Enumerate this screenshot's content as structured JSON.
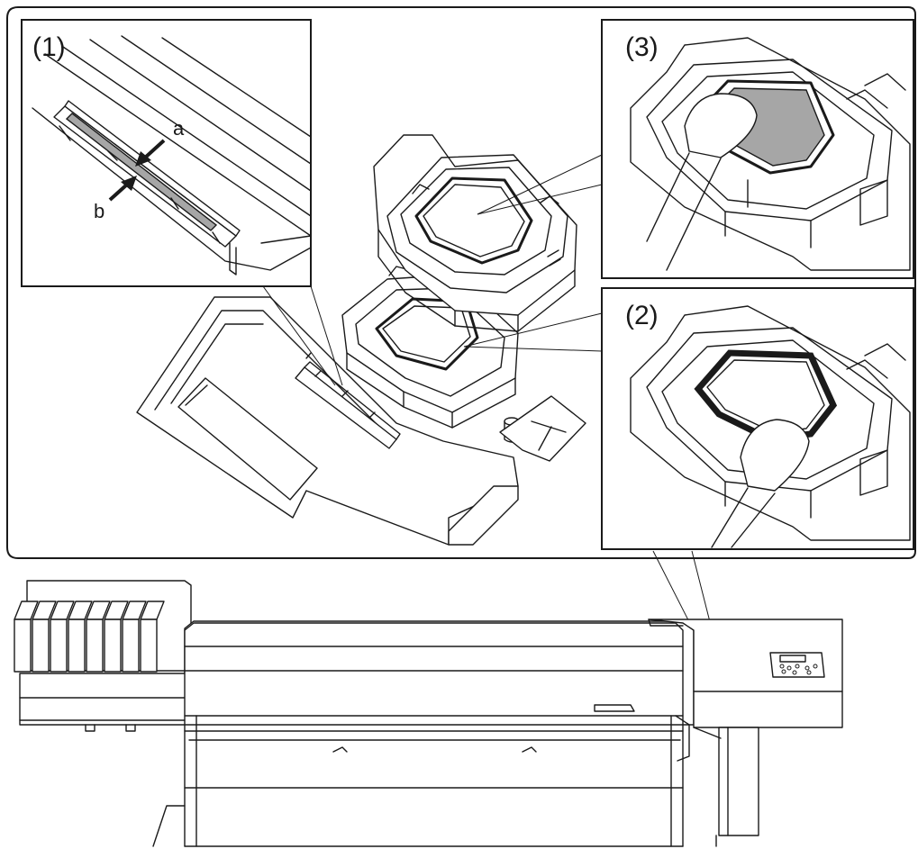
{
  "figure": {
    "panels": [
      {
        "number": "(1)",
        "callouts": [
          "a",
          "b"
        ]
      },
      {
        "number": "(2)"
      },
      {
        "number": "(3)"
      }
    ],
    "colors": {
      "line": "#1a1a1a",
      "highlight": "#a6a6a6",
      "background": "#ffffff"
    }
  }
}
